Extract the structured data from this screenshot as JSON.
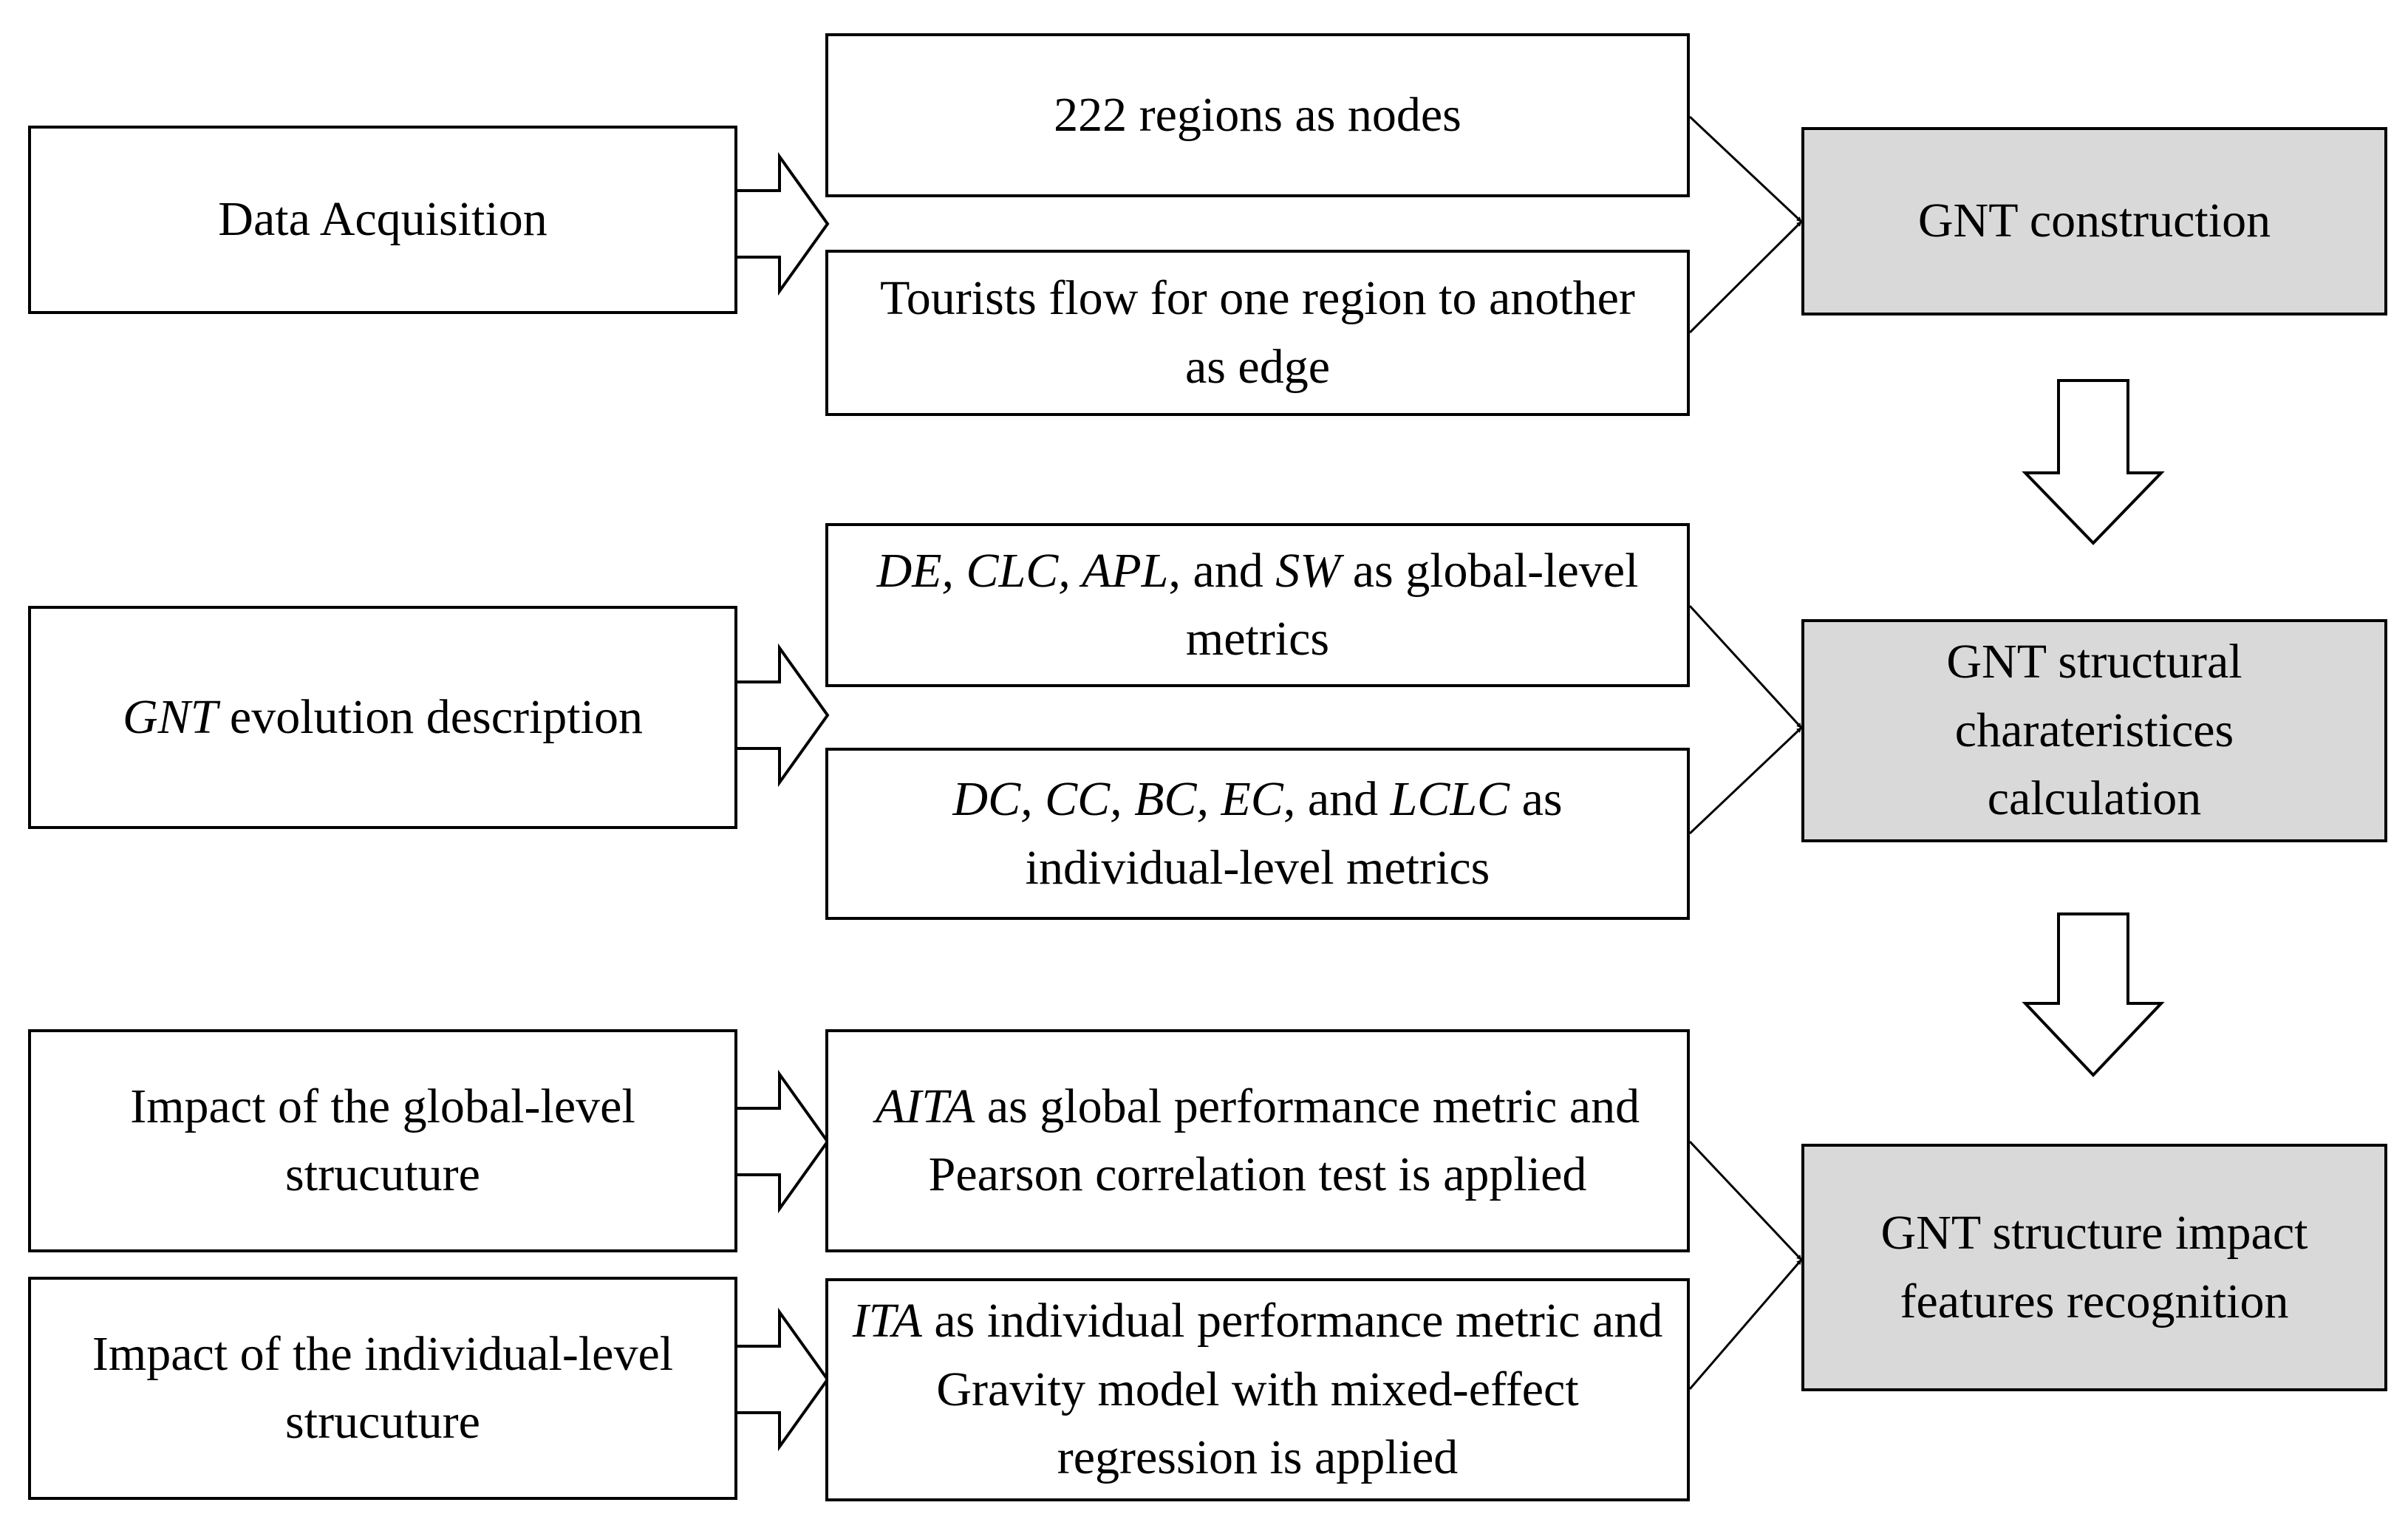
{
  "rows": [
    {
      "step": "Data Acquisition",
      "details": [
        {
          "text": "222 regions as nodes"
        },
        {
          "text": "Tourists flow for one region to another as edge"
        }
      ],
      "result": "GNT construction"
    },
    {
      "step_italic": "GNT",
      "step_rest": " evolution description",
      "details": [
        {
          "em1": "DE, CLC, APL",
          "t1": ", and ",
          "em2": "SW",
          "t2": " as global-level metrics"
        },
        {
          "em1": "DC, CC, BC, EC",
          "t1": ", and ",
          "em2": "LCLC",
          "t2": " as individual-level metrics"
        }
      ],
      "result": "GNT structural charateristices calculation"
    },
    {
      "steps": [
        "Impact of the global-level strucuture",
        "Impact of the individual-level strucuture"
      ],
      "details": [
        {
          "em1": "AITA",
          "t1": " as global performance metric and Pearson correlation test is applied"
        },
        {
          "em1": "ITA",
          "t1": " as individual performance metric and Gravity model with mixed-effect regression is applied"
        }
      ],
      "result": "GNT structure impact features recognition"
    }
  ]
}
